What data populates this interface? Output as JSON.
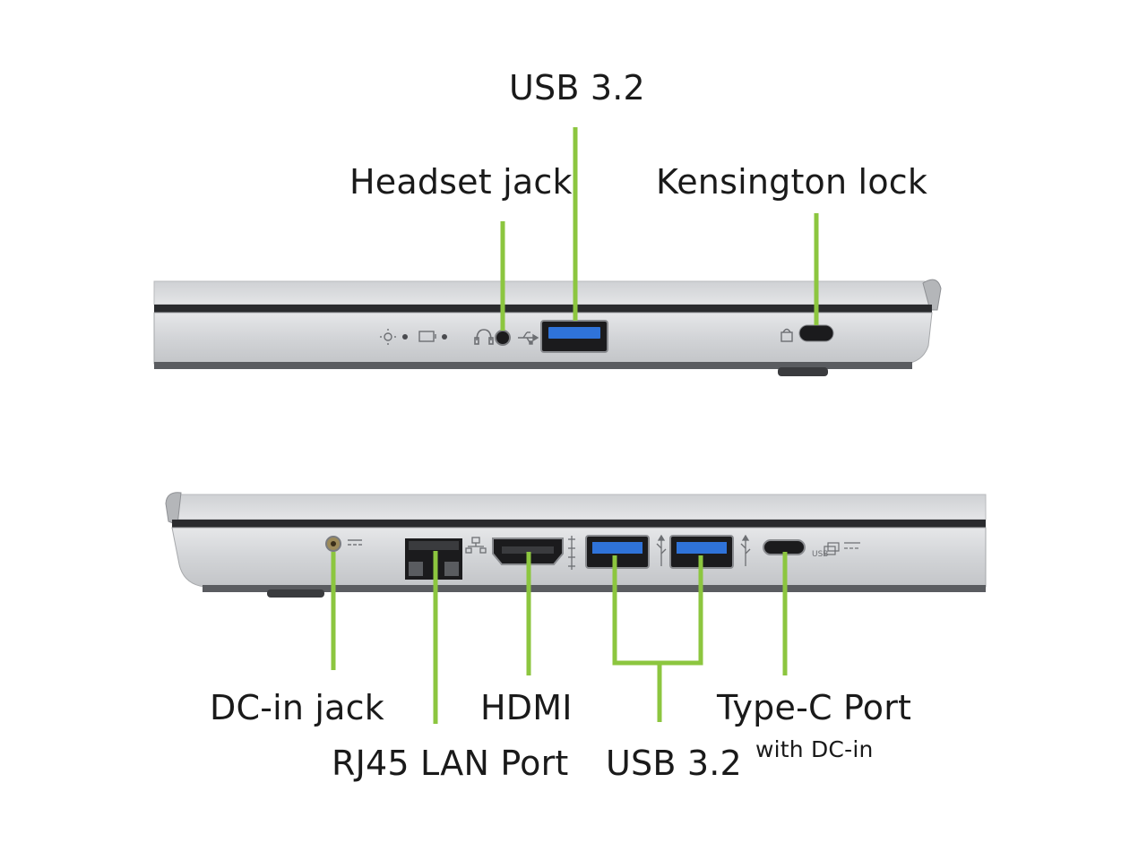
{
  "colors": {
    "callout_line": "#8cc63f",
    "chassis": "#d3d5d8",
    "chassis_edge": "#9a9da1",
    "port_black": "#1b1b1d",
    "usb_blue": "#2f73d9",
    "text": "#1a1a1a"
  },
  "top_view": {
    "labels": {
      "usb": "USB 3.2",
      "headset": "Headset jack",
      "kensington": "Kensington lock"
    },
    "icons": [
      "power-led-icon",
      "battery-led-icon",
      "headset-icon",
      "usb-icon",
      "lock-icon"
    ]
  },
  "bottom_view": {
    "labels": {
      "dc_in": "DC-in jack",
      "rj45": "RJ45 LAN Port",
      "hdmi": "HDMI",
      "usb": "USB 3.2",
      "type_c": "Type-C Port",
      "type_c_sub": "with DC-in"
    },
    "icons": [
      "dc-in-icon",
      "lan-icon",
      "hdmi-icon",
      "usb-icon",
      "usb-icon",
      "type-c-usb-icon"
    ]
  }
}
